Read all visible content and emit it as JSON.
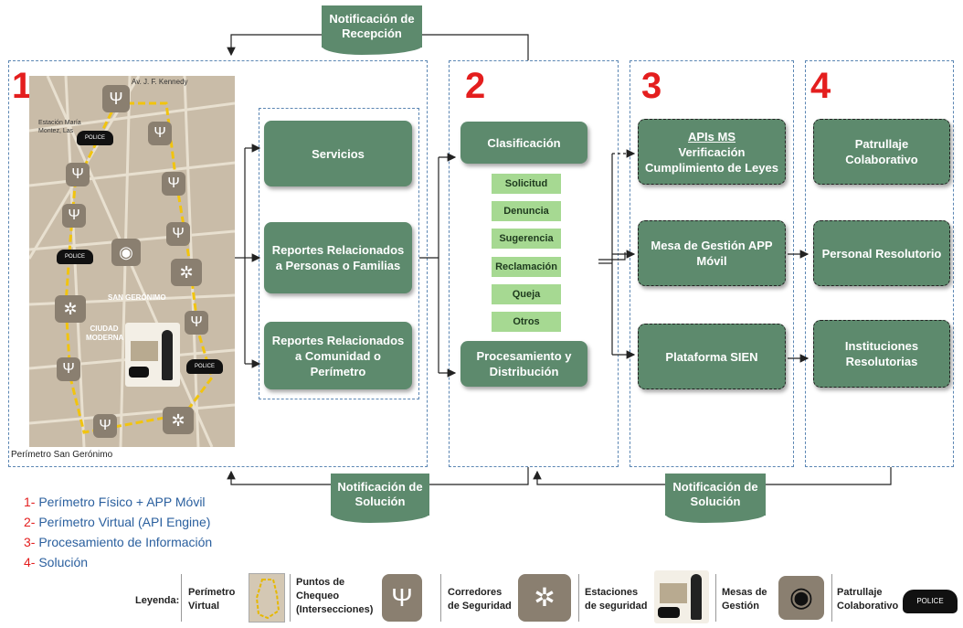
{
  "banners": {
    "recepcion": "Notificación de Recepción",
    "solucion_left": "Notificación de Solución",
    "solucion_right": "Notificación de Solución"
  },
  "panel_numbers": [
    "1",
    "2",
    "3",
    "4"
  ],
  "map": {
    "caption": "Perímetro San Gerónimo",
    "labels": {
      "kennedy": "Av. J. F. Kennedy",
      "estacion": "Estación María Montez, Las",
      "san_geronimo": "SAN GERÓNIMO",
      "ciudad": "CIUDAD MODERNA"
    },
    "police_text": "POLICE"
  },
  "panel1": {
    "services": "Servicios",
    "reportes_personas": "Reportes Relacionados a Personas o Familias",
    "reportes_comunidad": "Reportes Relacionados a Comunidad o Perímetro"
  },
  "panel2": {
    "clasificacion": "Clasificación",
    "categories": [
      "Solicitud",
      "Denuncia",
      "Sugerencia",
      "Reclamación",
      "Queja",
      "Otros"
    ],
    "procesamiento": "Procesamiento y Distribución"
  },
  "panel3": {
    "apis_title": "APIs MS",
    "apis_sub": "Verificación Cumplimiento de Leyes",
    "mesa": "Mesa de Gestión APP Móvil",
    "sien": "Plataforma SIEN"
  },
  "panel4": {
    "patrullaje": "Patrullaje Colaborativo",
    "personal": "Personal Resolutorio",
    "instituciones": "Instituciones Resolutorias"
  },
  "legend_list": [
    {
      "num": "1-",
      "text": "Perímetro Físico + APP Móvil"
    },
    {
      "num": "2-",
      "text": "Perímetro Virtual (API Engine)"
    },
    {
      "num": "3-",
      "text": "Procesamiento de Información"
    },
    {
      "num": "4-",
      "text": "Solución"
    }
  ],
  "legend": {
    "title": "Leyenda:",
    "perimetro": "Perímetro Virtual",
    "puntos": "Puntos de Chequeo (Intersecciones)",
    "corredores": "Corredores de Seguridad",
    "estaciones": "Estaciones de seguridad",
    "mesas": "Mesas de Gestión",
    "patrullaje": "Patrullaje Colaborativo"
  },
  "colors": {
    "box_green": "#5d8a6d",
    "category_green": "#a6d992",
    "panel_border": "#5b86b3",
    "number_red": "#e41e1e",
    "legend_blue": "#2a5f9e"
  }
}
